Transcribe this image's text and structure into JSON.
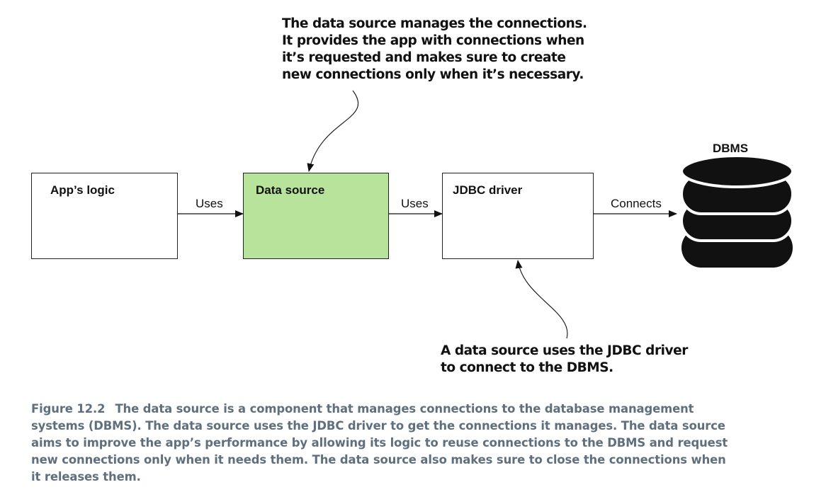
{
  "nodes": {
    "app_logic": "App’s logic",
    "data_source": "Data source",
    "jdbc_driver": "JDBC driver",
    "dbms": "DBMS"
  },
  "edges": {
    "app_to_ds": "Uses",
    "ds_to_jdbc": "Uses",
    "jdbc_to_dbms": "Connects"
  },
  "colors": {
    "data_source_fill": "#b8e39b",
    "caption_text": "#5f6f7d",
    "database_fill": "#111111"
  },
  "callouts": {
    "top": [
      "The data source manages the connections.",
      "It provides the app with connections when",
      "it’s requested and makes sure to create",
      "new connections only when it’s necessary."
    ],
    "bottom": [
      "A data source uses the JDBC driver",
      "to connect to the DBMS."
    ]
  },
  "caption": {
    "figure_number": "Figure 12.2",
    "lines": [
      "The data source is a component that manages connections to the database management",
      "systems (DBMS). The data source uses the JDBC driver to get the connections it manages. The data source",
      "aims to improve the app’s performance by allowing its logic to reuse connections to the DBMS and request",
      "new connections only when it needs them. The data source also makes sure to close the connections when",
      "it releases them."
    ]
  }
}
